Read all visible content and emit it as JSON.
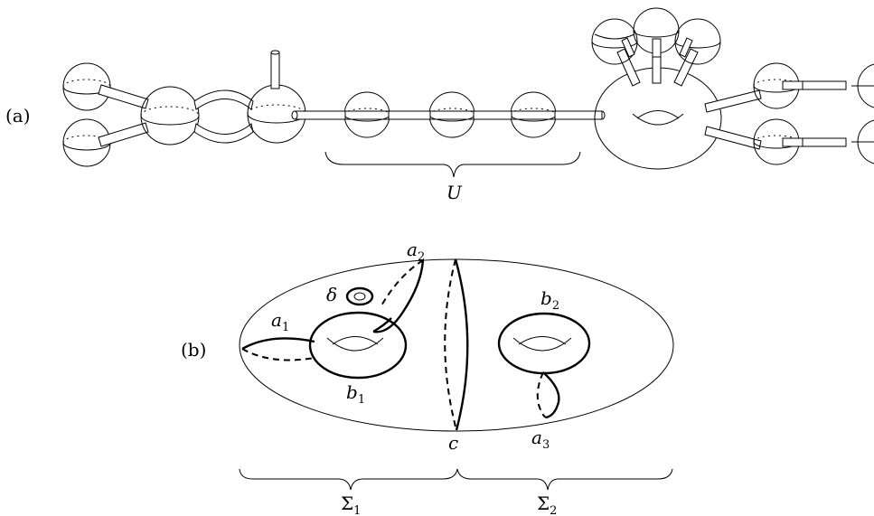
{
  "panel_a": {
    "label": "(a)",
    "region_label": "U"
  },
  "panel_b": {
    "label": "(b)",
    "curves": {
      "a1": {
        "base": "a",
        "sub": "1"
      },
      "a2": {
        "base": "a",
        "sub": "2"
      },
      "a3": {
        "base": "a",
        "sub": "3"
      },
      "b1": {
        "base": "b",
        "sub": "1"
      },
      "b2": {
        "base": "b",
        "sub": "2"
      },
      "c": "c",
      "delta": "δ"
    },
    "surfaces": {
      "sigma1": {
        "base": "Σ",
        "sub": "1"
      },
      "sigma2": {
        "base": "Σ",
        "sub": "2"
      }
    }
  }
}
